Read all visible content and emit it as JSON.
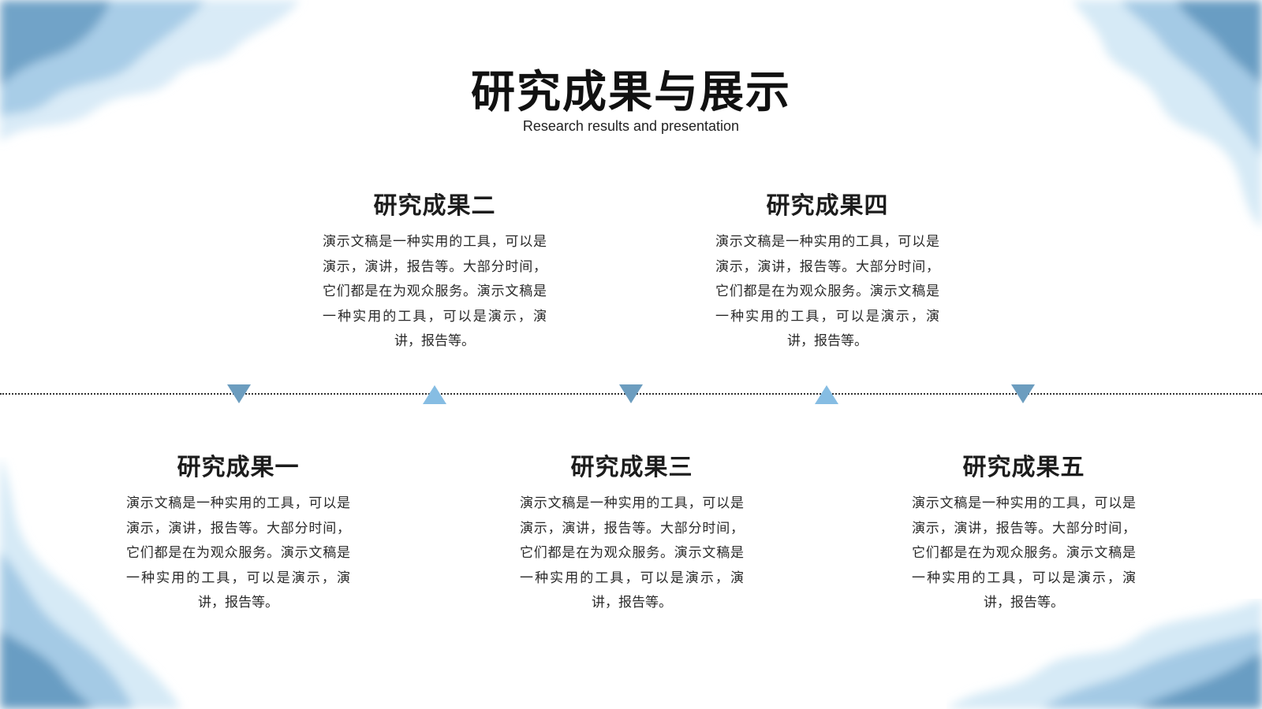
{
  "slide": {
    "title": "研究成果与展示",
    "subtitle": "Research results and presentation"
  },
  "colors": {
    "marker_down": "#6c9dbf",
    "marker_up": "#86bde3",
    "watercolor_dark": "#5f95bd",
    "watercolor_light": "#a9d0ea",
    "timeline": "#333333"
  },
  "results": [
    {
      "title": "研究成果一",
      "text": "演示文稿是一种实用的工具，可以是演示，演讲，报告等。大部分时间，它们都是在为观众服务。演示文稿是一种实用的工具，可以是演示，演讲，报告等。"
    },
    {
      "title": "研究成果二",
      "text": "演示文稿是一种实用的工具，可以是演示，演讲，报告等。大部分时间，它们都是在为观众服务。演示文稿是一种实用的工具，可以是演示，演讲，报告等。"
    },
    {
      "title": "研究成果三",
      "text": "演示文稿是一种实用的工具，可以是演示，演讲，报告等。大部分时间，它们都是在为观众服务。演示文稿是一种实用的工具，可以是演示，演讲，报告等。"
    },
    {
      "title": "研究成果四",
      "text": "演示文稿是一种实用的工具，可以是演示，演讲，报告等。大部分时间，它们都是在为观众服务。演示文稿是一种实用的工具，可以是演示，演讲，报告等。"
    },
    {
      "title": "研究成果五",
      "text": "演示文稿是一种实用的工具，可以是演示，演讲，报告等。大部分时间，它们都是在为观众服务。演示文稿是一种实用的工具，可以是演示，演讲，报告等。"
    }
  ],
  "timeline_markers": [
    "down",
    "up",
    "down",
    "up",
    "down"
  ]
}
